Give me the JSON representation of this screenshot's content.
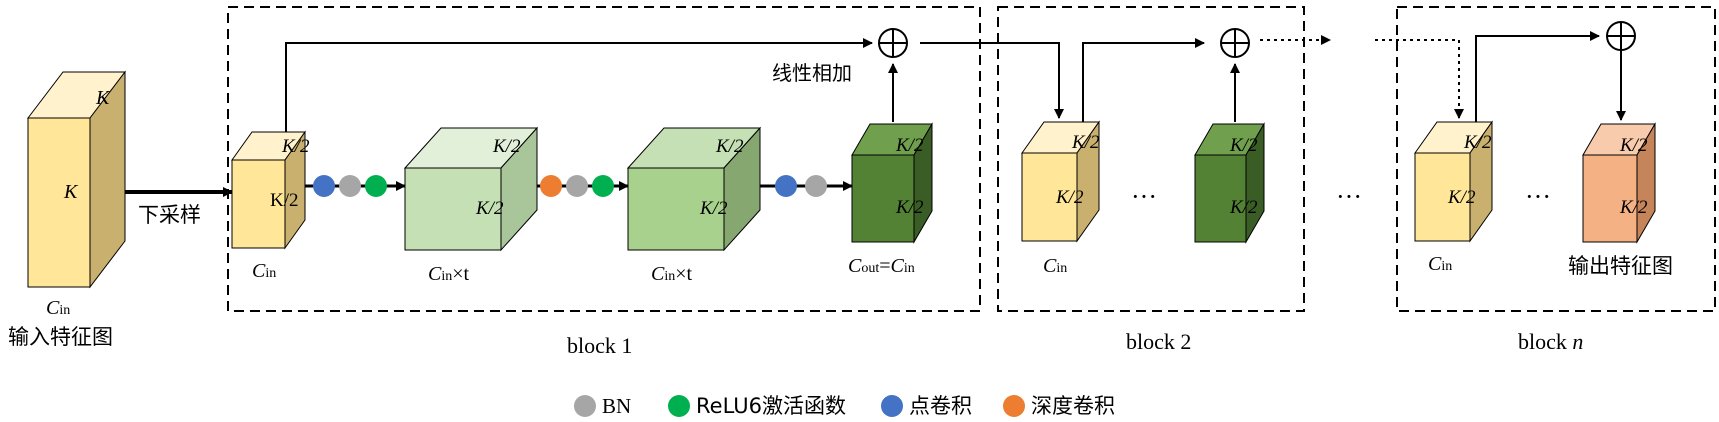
{
  "labels": {
    "input_feature_map": "输入特征图",
    "downsample": "下采样",
    "linear_add": "线性相加",
    "output_feature_map": "输出特征图",
    "c_in": "C",
    "c_in_sub": "in",
    "c_out": "C",
    "c_out_sub": "out",
    "k": "K",
    "k_half": "K/2",
    "times_t": "×t",
    "equals": "=",
    "ellipsis": "···"
  },
  "blocks": [
    {
      "label": "block 1"
    },
    {
      "label": "block 2"
    },
    {
      "label_prefix": "block ",
      "label_italic": "n"
    }
  ],
  "legend": [
    {
      "label": "BN",
      "color": "#a6a6a6"
    },
    {
      "label": "ReLU6激活函数",
      "color": "#00b050"
    },
    {
      "label": "点卷积",
      "color": "#4472c4"
    },
    {
      "label": "深度卷积",
      "color": "#ed7d31"
    }
  ],
  "colors": {
    "input_cube": "#ffe699",
    "light_green": "#c5e0b4",
    "mid_green": "#a9d18e",
    "dark_green": "#548235",
    "output_cube": "#f4b183"
  }
}
